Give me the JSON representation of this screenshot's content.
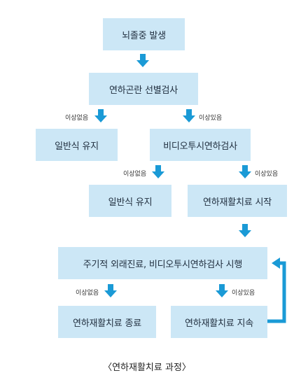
{
  "colors": {
    "box_fill": "#cce7f6",
    "arrow": "#1a9ad6",
    "text": "#1f2d3d"
  },
  "nodes": {
    "stroke_onset": "뇌졸중 발생",
    "dysphagia_screen": "연하곤란 선별검사",
    "general_diet_1": "일반식 유지",
    "vfss": "비디오투시연하검사",
    "general_diet_2": "일반식 유지",
    "therapy_start": "연하재활치료 시작",
    "periodic_eval": "주기적 외래진료, 비디오투시연하검사 시행",
    "therapy_end": "연하재활치료 종료",
    "therapy_continue": "연하재활치료 지속"
  },
  "edge_labels": {
    "screen_normal": "이상없음",
    "screen_abnormal": "이상있음",
    "vfss_normal": "이상없음",
    "vfss_abnormal": "이상있음",
    "eval_normal": "이상없음",
    "eval_abnormal": "이상있음"
  },
  "caption": "〈연하재활치료 과정〉"
}
